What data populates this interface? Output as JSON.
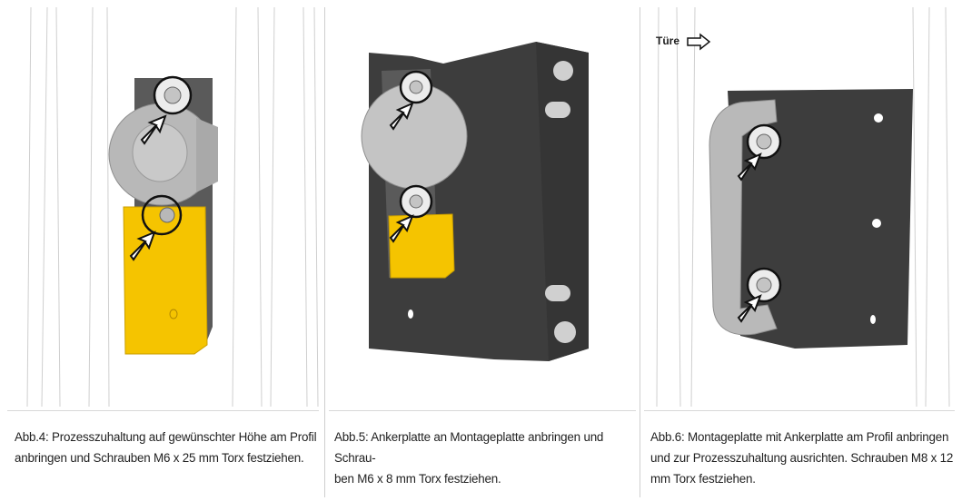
{
  "figures": [
    {
      "caption_line1": "Abb.4:  Prozesszuhaltung auf gewünschter Höhe am Profil",
      "caption_line2": "anbringen und Schrauben M6 x 25 mm Torx festziehen."
    },
    {
      "caption_line1": "Abb.5:  Ankerplatte an Montageplatte anbringen und Schrau-",
      "caption_line2": "ben M6 x 8 mm Torx festziehen."
    },
    {
      "caption_line1": "Abb.6:  Montageplatte mit Ankerplatte am Profil anbringen",
      "caption_line2": "und zur Prozesszuhaltung ausrichten. Schrauben M8 x 12",
      "caption_line3": "mm Torx festziehen."
    }
  ],
  "door_label": "Türe",
  "colors": {
    "dark_plate": "#3d3d3d",
    "yellow": "#f5c400",
    "grey": "#c8c8c8"
  }
}
